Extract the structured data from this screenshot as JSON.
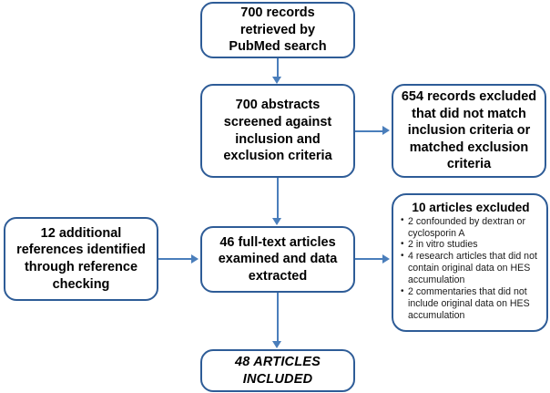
{
  "diagram": {
    "type": "prisma-flowchart",
    "accent_border_color": "#2E5C97",
    "connector_color": "#4A7EBB",
    "background_color": "#FFFFFF",
    "nodes": {
      "records": {
        "text": "700 records\nretrieved by\nPubMed search"
      },
      "abstracts": {
        "text": "700 abstracts\nscreened against\ninclusion and\nexclusion criteria"
      },
      "excluded_654": {
        "text": "654 records excluded\nthat did not match\ninclusion criteria or\nmatched exclusion\ncriteria"
      },
      "additional": {
        "text": "12 additional\nreferences identified\nthrough reference\nchecking"
      },
      "fulltext": {
        "text": "46 full-text articles\nexamined and data\nextracted"
      },
      "excluded_10": {
        "title": "10 articles excluded",
        "bullets": [
          "2 confounded by dextran or cyclosporin A",
          "2 in vitro studies",
          "4 research articles that did not contain original data on HES accumulation",
          "2 commentaries that did not include original data on HES accumulation"
        ]
      },
      "included": {
        "text": "48 ARTICLES\nINCLUDED"
      }
    },
    "connectors": [
      {
        "from": "records",
        "to": "abstracts",
        "direction": "down"
      },
      {
        "from": "abstracts",
        "to": "excluded_654",
        "direction": "right"
      },
      {
        "from": "abstracts",
        "to": "fulltext",
        "direction": "down"
      },
      {
        "from": "additional",
        "to": "fulltext",
        "direction": "right"
      },
      {
        "from": "fulltext",
        "to": "excluded_10",
        "direction": "right"
      },
      {
        "from": "fulltext",
        "to": "included",
        "direction": "down"
      }
    ]
  }
}
